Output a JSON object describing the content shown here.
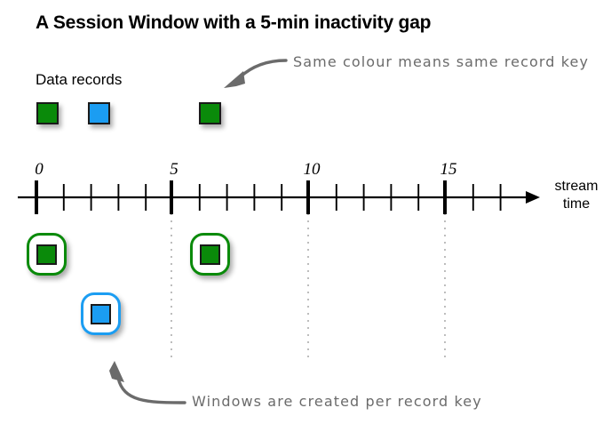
{
  "title": "A Session Window with a 5-min inactivity gap",
  "colors": {
    "record_green": "#0a8a0a",
    "record_blue": "#1b9df2",
    "annotation_gray": "#6b6b6b",
    "axis_black": "#000000",
    "dotted_gray": "#bdbdbd"
  },
  "labels": {
    "data_records": "Data records",
    "stream_time_line1": "stream",
    "stream_time_line2": "time"
  },
  "annotations": {
    "top": "Same colour means same record key",
    "bottom": "Windows are created per record key"
  },
  "axis": {
    "major_tick_labels": [
      "0",
      "5",
      "10",
      "15"
    ],
    "major_tick_values": [
      0,
      5,
      10,
      15
    ],
    "minor_ticks_per_major": 5,
    "tick_total": 19,
    "arrow_label": "stream time"
  },
  "data_records": [
    {
      "key": "green",
      "color": "#0a8a0a",
      "time": 0
    },
    {
      "key": "blue",
      "color": "#1b9df2",
      "time": 2
    },
    {
      "key": "green",
      "color": "#0a8a0a",
      "time": 6
    }
  ],
  "session_windows": [
    {
      "key": "green",
      "color": "#0a8a0a",
      "time": 0
    },
    {
      "key": "blue",
      "color": "#1b9df2",
      "time": 2
    },
    {
      "key": "green",
      "color": "#0a8a0a",
      "time": 6
    }
  ],
  "dotted_guides": [
    5,
    10,
    15
  ]
}
